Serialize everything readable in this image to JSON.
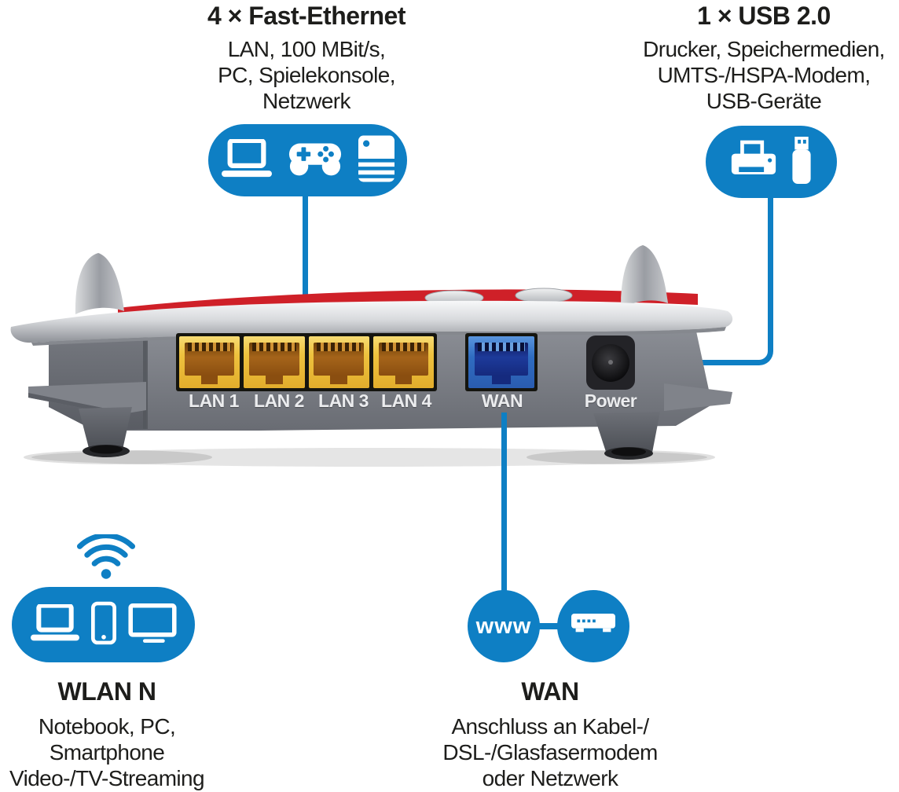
{
  "colors": {
    "accent_blue": "#0e7fc4",
    "text": "#1d1d1b",
    "red_stripe": "#cf2028",
    "lan_port_yellow": "#eec23e",
    "wan_port_blue": "#2f6cc0",
    "router_gray": "#75787f",
    "label_white": "#ebecee"
  },
  "callouts": {
    "ethernet": {
      "title": "4 × Fast-Ethernet",
      "lines": [
        "LAN, 100 MBit/s,",
        "PC, Spielekonsole,",
        "Netzwerk"
      ]
    },
    "usb": {
      "title": "1 × USB 2.0",
      "lines": [
        "Drucker, Speichermedien,",
        "UMTS-/HSPA-Modem,",
        "USB-Geräte"
      ]
    },
    "wlan": {
      "title": "WLAN N",
      "lines": [
        "Notebook, PC,",
        "Smartphone",
        "Video-/TV-Streaming"
      ]
    },
    "wan": {
      "title": "WAN",
      "lines": [
        "Anschluss an Kabel-/",
        "DSL-/Glasfasermodem",
        "oder Netzwerk"
      ],
      "www_label": "www"
    }
  },
  "router": {
    "lan_ports": [
      "LAN 1",
      "LAN 2",
      "LAN 3",
      "LAN 4"
    ],
    "wan_port": "WAN",
    "power_port": "Power"
  }
}
